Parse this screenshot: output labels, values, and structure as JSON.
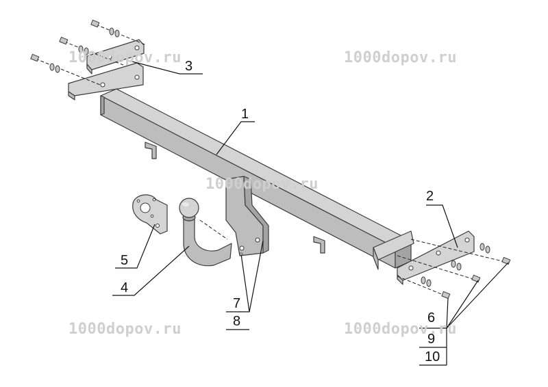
{
  "watermark": {
    "text": "1000dopov.ru",
    "color": "#cfcfcf"
  },
  "callouts": [
    "1",
    "2",
    "3",
    "4",
    "5",
    "6",
    "7",
    "8",
    "9",
    "10"
  ],
  "colors": {
    "part_top": "#d4d4d4",
    "part_front": "#bdbdbd",
    "part_side": "#a4a4a4",
    "outline": "#3a3a3a",
    "leader": "#111111"
  }
}
